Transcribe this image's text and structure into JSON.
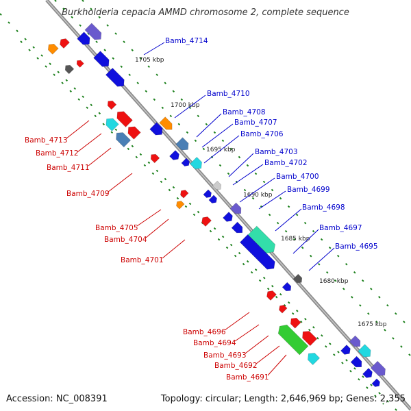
{
  "title": "Burkholderia cepacia AMMD chromosome 2, complete sequence",
  "footer": {
    "accession": "Accession: NC_008391",
    "topology": "Topology: circular; Length: 2,646,969 bp; Genes: 2,355"
  },
  "colors": {
    "plus_label": "#0000cc",
    "minus_label": "#cc0000",
    "backbone": "#8c8c8c",
    "tick": "#1a7f1a"
  },
  "kbp_marks": [
    "1705 kbp",
    "1700 kbp",
    "1695 kbp",
    "1690 kbp",
    "1685 kbp",
    "1680 kbp",
    "1675 kbp"
  ],
  "plus_labels": [
    "Bamb_4714",
    "Bamb_4710",
    "Bamb_4708",
    "Bamb_4707",
    "Bamb_4706",
    "Bamb_4703",
    "Bamb_4702",
    "Bamb_4700",
    "Bamb_4699",
    "Bamb_4698",
    "Bamb_4697",
    "Bamb_4695"
  ],
  "minus_labels": [
    "Bamb_4713",
    "Bamb_4712",
    "Bamb_4711",
    "Bamb_4709",
    "Bamb_4705",
    "Bamb_4704",
    "Bamb_4701",
    "Bamb_4696",
    "Bamb_4694",
    "Bamb_4693",
    "Bamb_4692",
    "Bamb_4691"
  ]
}
